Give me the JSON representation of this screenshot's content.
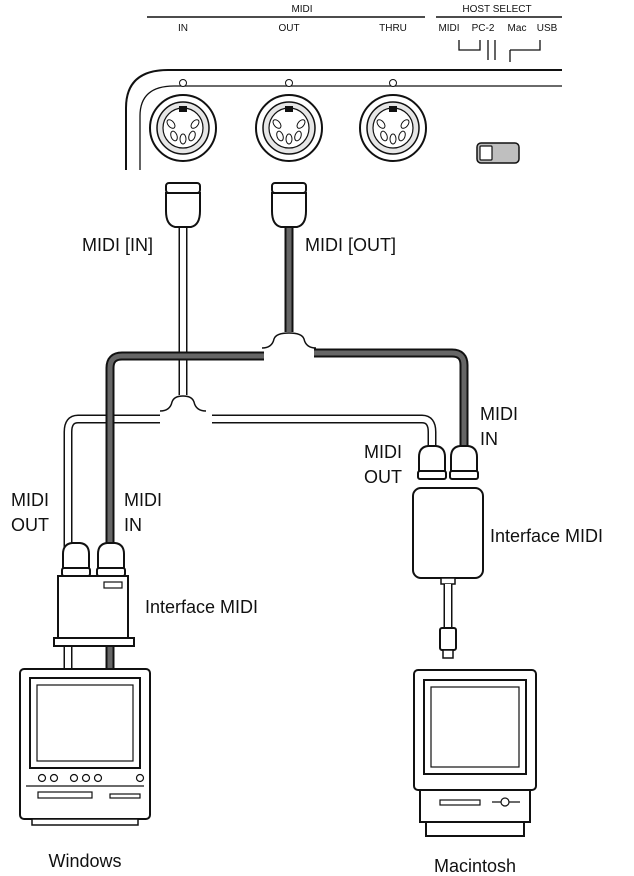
{
  "panel": {
    "midi_group_label": "MIDI",
    "port_in": "IN",
    "port_out": "OUT",
    "port_thru": "THRU",
    "host_select_label": "HOST SELECT",
    "host_options": [
      "MIDI",
      "PC-2",
      "Mac",
      "USB"
    ]
  },
  "cables": {
    "midi_in_label": "MIDI [IN]",
    "midi_out_label": "MIDI [OUT]"
  },
  "windows_side": {
    "out_line1": "MIDI",
    "out_line2": "OUT",
    "in_line1": "MIDI",
    "in_line2": "IN",
    "interface_label": "Interface MIDI",
    "computer_label": "Windows"
  },
  "mac_side": {
    "in_line1": "MIDI",
    "in_line2": "IN",
    "out_line1": "MIDI",
    "out_line2": "OUT",
    "interface_label": "Interface MIDI",
    "computer_label": "Macintosh"
  }
}
